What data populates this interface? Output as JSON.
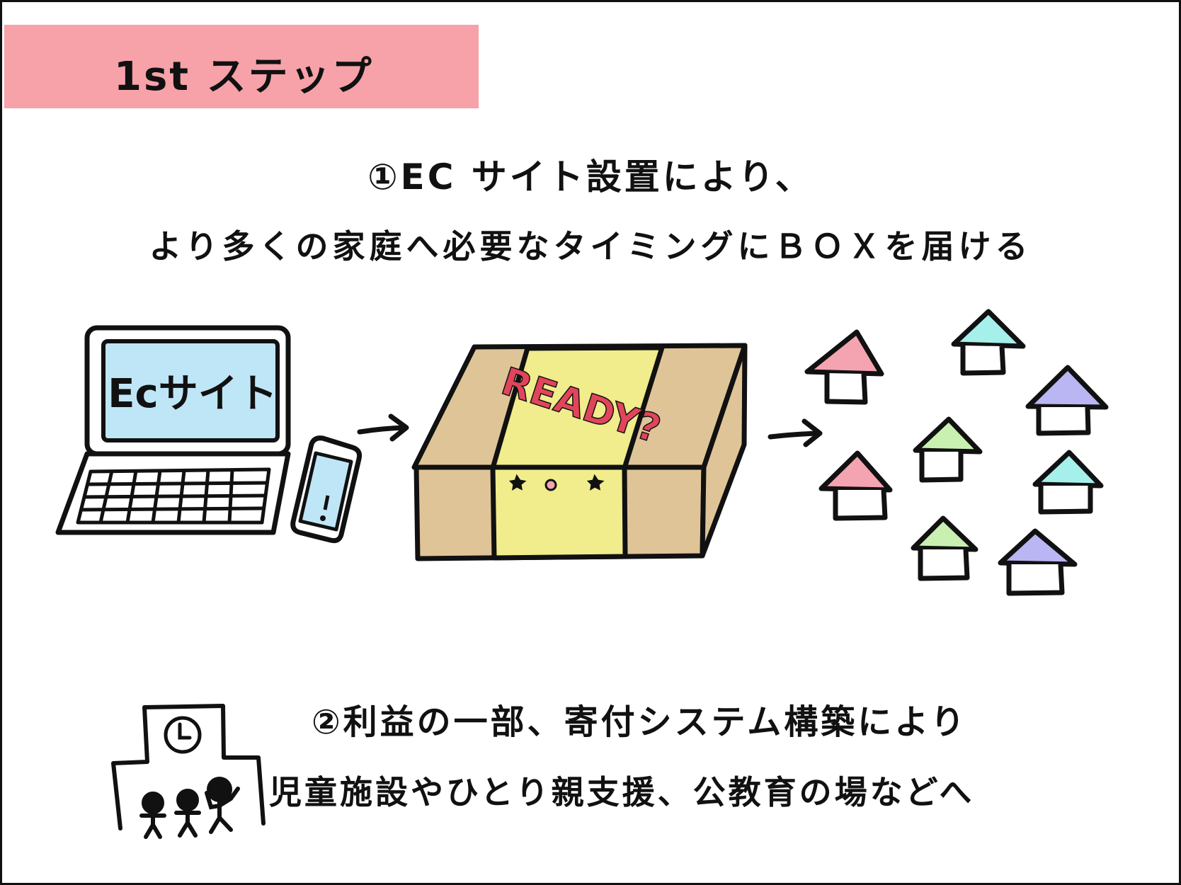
{
  "step": {
    "title": "1st ステップ"
  },
  "point1": {
    "line1": "①EC サイト設置により、",
    "line2": "より多くの家庭へ必要なタイミングにＢＯＸを届ける"
  },
  "laptop": {
    "screen_text": "Ecサイト"
  },
  "box": {
    "label": "READY?"
  },
  "point2": {
    "line1": "②利益の一部、寄付システム構築により",
    "line2": "児童施設やひとり親支援、公教育の場などへ"
  },
  "colors": {
    "tag": "#f7a1a9",
    "screen": "#bfe6f7",
    "box": "#dfc497",
    "band": "#f1ec8c",
    "roof_pink": "#f4a3b0",
    "roof_cyan": "#a6f0ec",
    "roof_purple": "#b9b6f3",
    "roof_green": "#c9f0b0"
  },
  "icons": [
    "laptop-icon",
    "smartphone-icon",
    "arrow-right-icon",
    "cardboard-box-icon",
    "house-icon",
    "school-icon",
    "clock-icon",
    "people-icon"
  ]
}
